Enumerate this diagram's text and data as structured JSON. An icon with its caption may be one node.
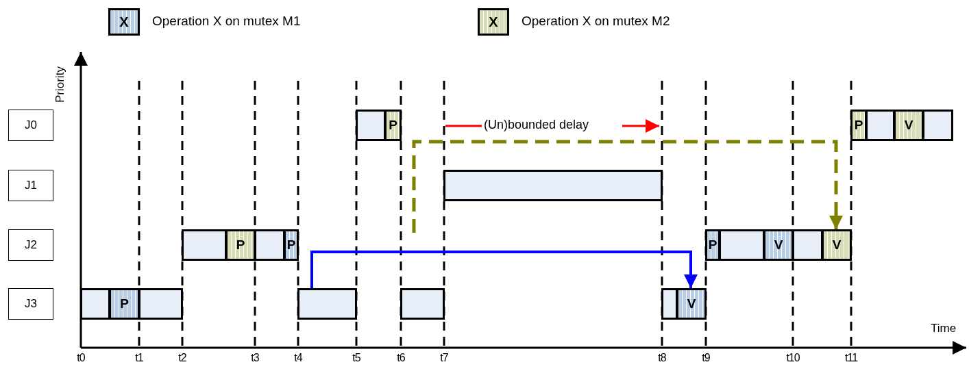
{
  "diagram": {
    "nodes": [
      {
        "text": [
          "J0"
        ]
      },
      {
        "text": [],
        "shape": "box"
      },
      {
        "text": [
          "P"
        ]
      },
      {
        "text": [
          "P"
        ]
      },
      {
        "text": [],
        "shape": "box"
      },
      {
        "text": [
          "V"
        ]
      },
      {
        "text": [],
        "shape": "box"
      },
      {
        "text": [
          "J1"
        ]
      },
      {
        "text": [],
        "shape": "box"
      },
      {
        "text": [
          "J2"
        ]
      },
      {
        "text": [],
        "shape": "box"
      },
      {
        "text": [
          "P"
        ]
      },
      {
        "text": [],
        "shape": "box"
      },
      {
        "text": [
          "P"
        ]
      },
      {
        "text": [
          "P"
        ]
      },
      {
        "text": [],
        "shape": "box"
      },
      {
        "text": [
          "V"
        ]
      },
      {
        "text": [],
        "shape": "box"
      },
      {
        "text": [
          "V"
        ]
      },
      {
        "text": [
          "J3"
        ]
      },
      {
        "text": [],
        "shape": "box"
      },
      {
        "text": [
          "P"
        ]
      },
      {
        "text": [],
        "shape": "box"
      },
      {
        "text": [],
        "shape": "box"
      },
      {
        "text": [],
        "shape": "box"
      },
      {
        "text": [],
        "shape": "box"
      },
      {
        "text": [
          "V"
        ]
      }
    ],
    "edges": [
      {
        "from": 23,
        "to": 26,
        "arrow": "to",
        "color": "#0000ff"
      },
      {
        "from": null,
        "to": 18,
        "arrow": "to",
        "style": "dashed",
        "color": "#808000"
      }
    ],
    "labels": [
      "X",
      "X",
      "Priority",
      "(Un)bounded delay",
      "Time",
      "t0",
      "t1",
      "t2",
      "t3",
      "t4",
      "t5",
      "t6",
      "t7",
      "t8",
      "t9",
      "t10",
      "t11"
    ],
    "legend": [
      {
        "text": "Operation X on mutex M1",
        "color": "#b9cde5"
      },
      {
        "text": "Operation X on mutex M2",
        "color": "#d7dcb4"
      }
    ]
  }
}
